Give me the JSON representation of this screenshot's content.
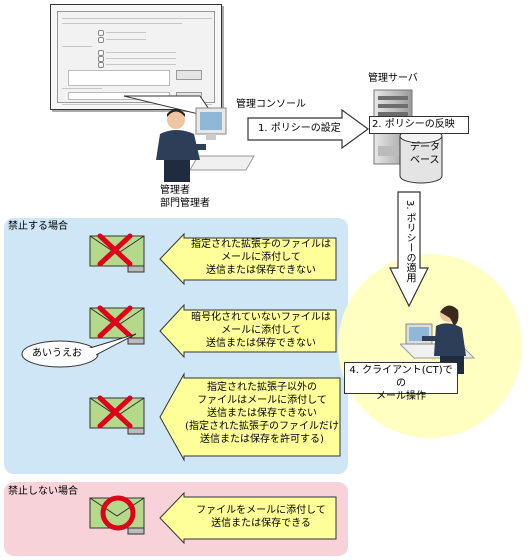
{
  "labels": {
    "console": "管理コンソール",
    "server": "管理サーバ",
    "admin_line1": "管理者",
    "admin_line2": "部門管理者",
    "database_line1": "データ",
    "database_line2": "ベース",
    "section_prohibit": "禁止する場合",
    "section_allow": "禁止しない場合",
    "bubble": "あいうえお"
  },
  "steps": {
    "step1": "1. ポリシーの設定",
    "step2": "2. ポリシーの反映",
    "step3": "3. ポリシーの適用",
    "step4_line1": "4. クライアント(CT)での",
    "step4_line2": "メール操作"
  },
  "rules": [
    {
      "lines": [
        "指定された拡張子のファイルは",
        "メールに添付して",
        "送信または保存できない"
      ]
    },
    {
      "lines": [
        "暗号化されていないファイルは",
        "メールに添付して",
        "送信または保存できない"
      ]
    },
    {
      "lines": [
        "指定された拡張子以外の",
        "ファイルはメールに添付して",
        "送信または保存できない",
        "(指定された拡張子のファイルだけ",
        "送信または保存を許可する)"
      ]
    },
    {
      "lines": [
        "ファイルをメールに添付して",
        "送信または保存できる"
      ]
    }
  ],
  "colors": {
    "prohibit_bg": "#cfe6f7",
    "allow_bg": "#f7d2d9",
    "client_bg": "#ffffc2",
    "arrow_yellow": "#ffff99",
    "envelope_green": "#b5d98a",
    "deny_mark": "#e0001b"
  },
  "icons": [
    "envelope-icon",
    "cross-mark-icon",
    "circle-mark-icon",
    "server-icon",
    "database-icon",
    "person-icon"
  ]
}
